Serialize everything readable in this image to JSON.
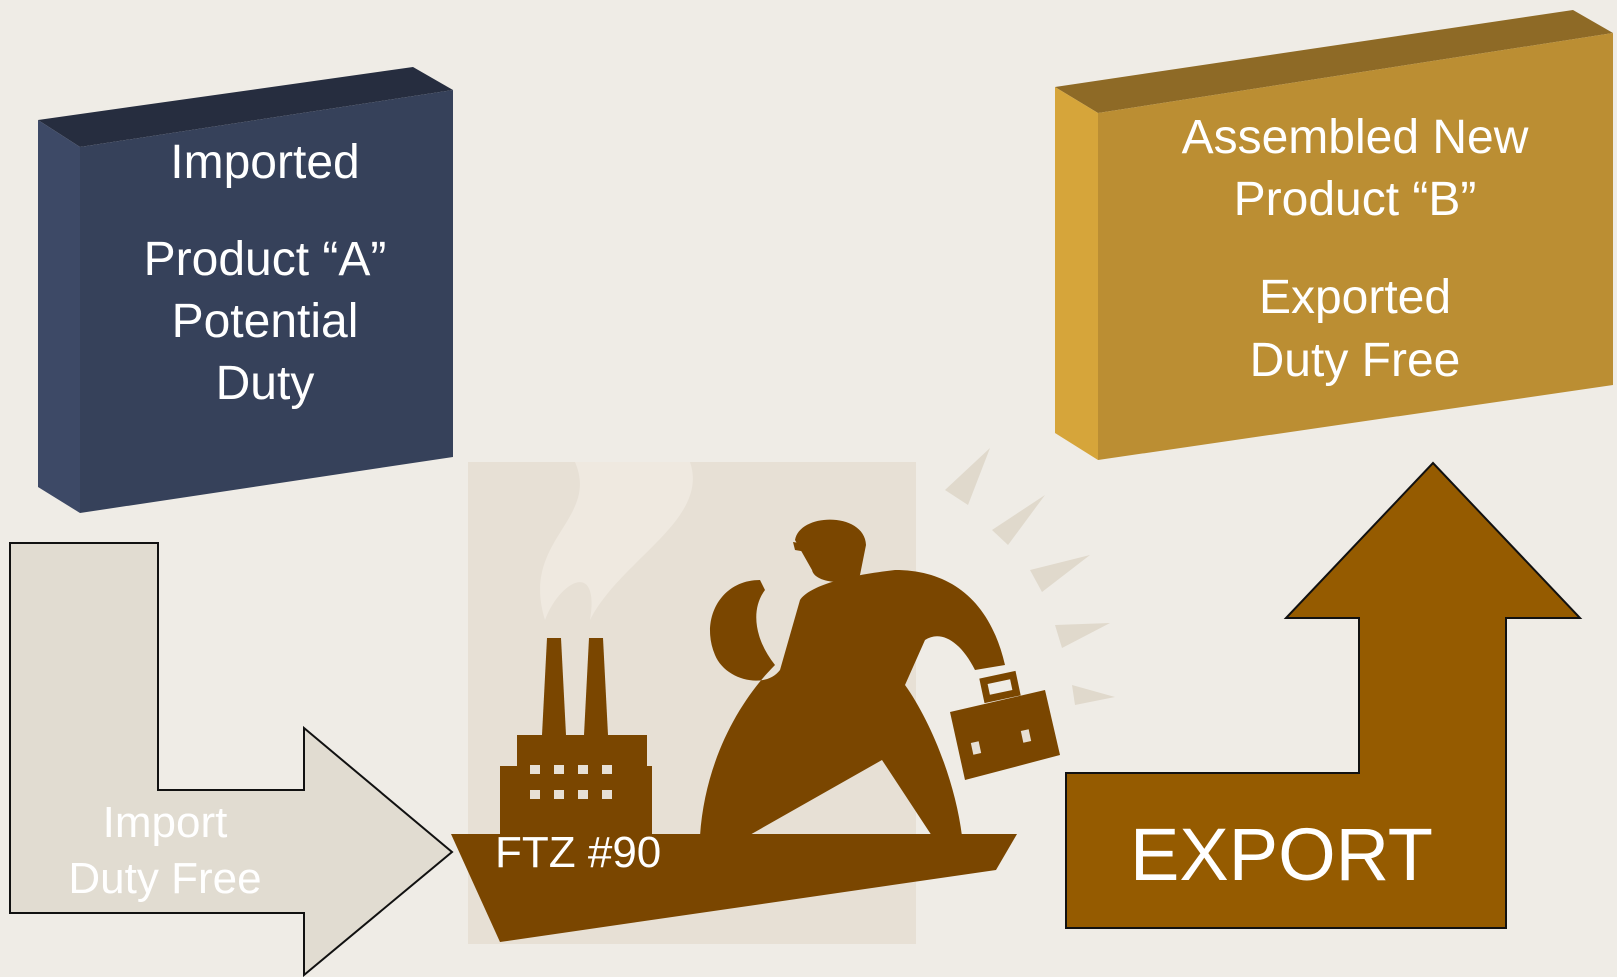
{
  "boxes": {
    "imported": {
      "title": "Imported",
      "line1": "Product “A”",
      "line2": "Potential",
      "line3": "Duty"
    },
    "assembled": {
      "line1": "Assembled New",
      "line2": "Product “B”",
      "line3": "Exported",
      "line4": "Duty Free"
    }
  },
  "arrows": {
    "import": {
      "line1": "Import",
      "line2": "Duty Free"
    },
    "export": {
      "label": "EXPORT"
    }
  },
  "factory": {
    "label": "FTZ #90"
  },
  "colors": {
    "background": "#efece6",
    "navy_box": "#36415a",
    "gold_box": "#bb8e33",
    "import_arrow": "#e1dcd1",
    "export_arrow": "#955b00",
    "silhouette": "#7a4600"
  },
  "icons": {
    "factory": "factory-icon",
    "worker": "worker-with-toolbox-icon"
  }
}
